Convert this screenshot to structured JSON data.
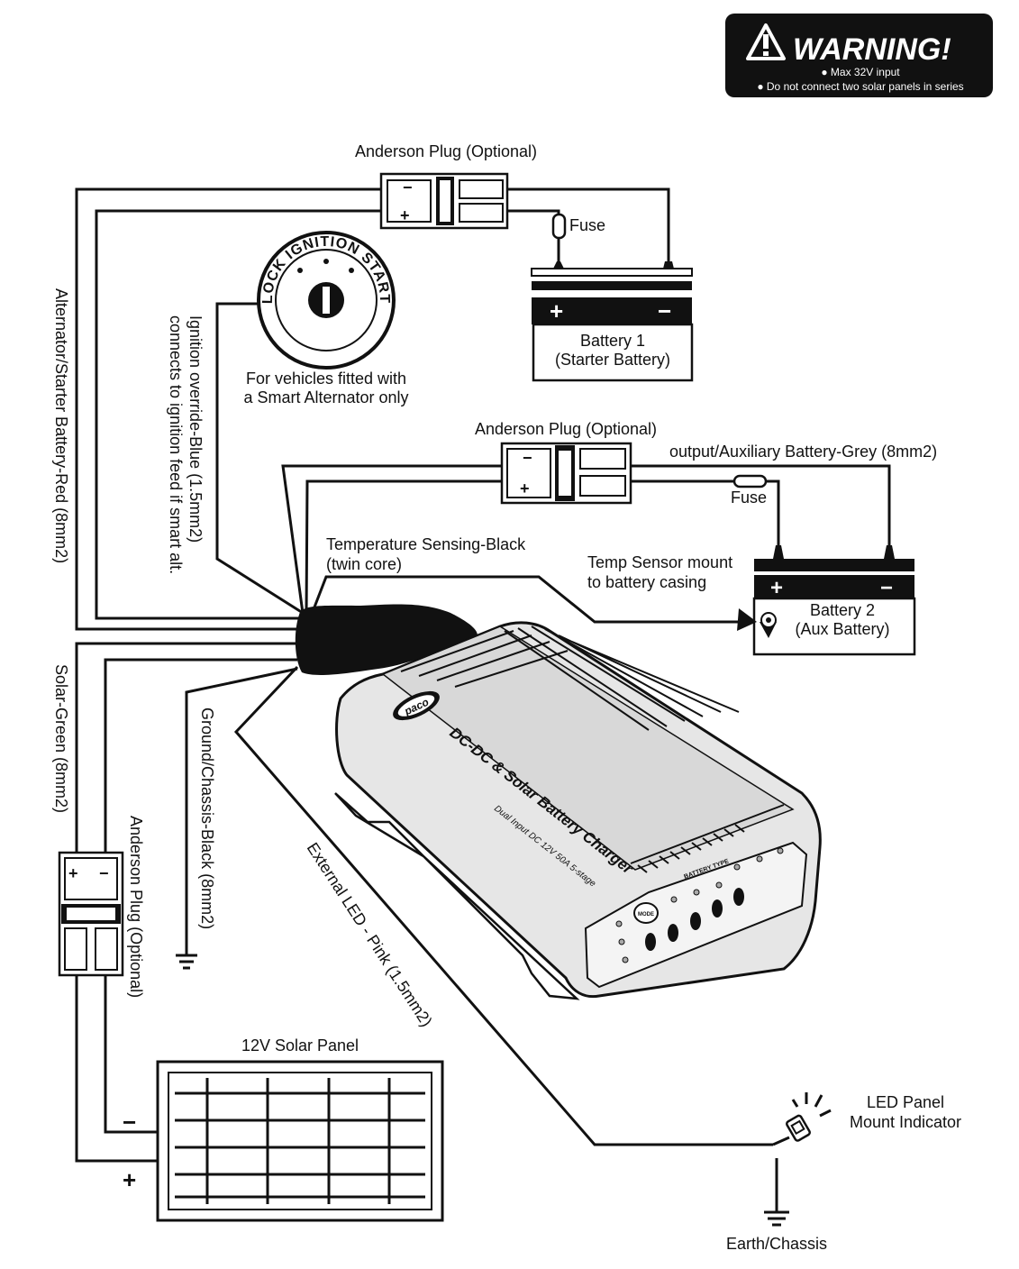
{
  "warning": {
    "title": "WARNING!",
    "lines": [
      "● Max 32V input",
      "● Do not connect two solar panels in series"
    ]
  },
  "anderson_plug_top": {
    "label": "Anderson Plug (Optional)"
  },
  "anderson_plug_mid": {
    "label": "Anderson Plug (Optional)"
  },
  "anderson_plug_left": {
    "label": "Anderson Plug (Optional)"
  },
  "fuse_1": {
    "label": "Fuse"
  },
  "fuse_2": {
    "label": "Fuse"
  },
  "battery_1": {
    "line1": "Battery 1",
    "line2": "(Starter Battery)"
  },
  "battery_2": {
    "line1": "Battery 2",
    "line2": "(Aux Battery)"
  },
  "ignition": {
    "ring_text": "LOCK IGNITION START",
    "note_line1": "For vehicles fitted with",
    "note_line2": "a Smart Alternator only"
  },
  "wires": {
    "alternator": "Alternator/Starter Battery-Red (8mm2)",
    "ignition_line1": "Ignition override-Blue (1.5mm2)",
    "ignition_line2": "connects to ignition feed if smart alt.",
    "output": "output/Auxiliary Battery-Grey  (8mm2)",
    "temp_line1": "Temperature Sensing-Black",
    "temp_line2": "(twin core)",
    "temp_mount_line1": "Temp Sensor mount",
    "temp_mount_line2": "to battery casing",
    "solar": "Solar-Green  (8mm2)",
    "ground": "Ground/Chassis-Black (8mm2)",
    "external_led": "External LED - Pink (1.5mm2)"
  },
  "solar_panel": {
    "label": "12V Solar Panel",
    "minus": "−",
    "plus": "+"
  },
  "led_panel": {
    "line1": "LED Panel",
    "line2": "Mount Indicator"
  },
  "earth": {
    "label": "Earth/Chassis"
  },
  "charger": {
    "brand": "paco",
    "title": "DC-DC & Solar Battery Charger",
    "subtitle": "Dual Input DC 12V 50A 5-stage",
    "battery_type": "BATTERY TYPE",
    "mode": "MODE"
  },
  "colors": {
    "ink": "#111111",
    "paper": "#ffffff",
    "charger_body": "#e6e6e6"
  }
}
